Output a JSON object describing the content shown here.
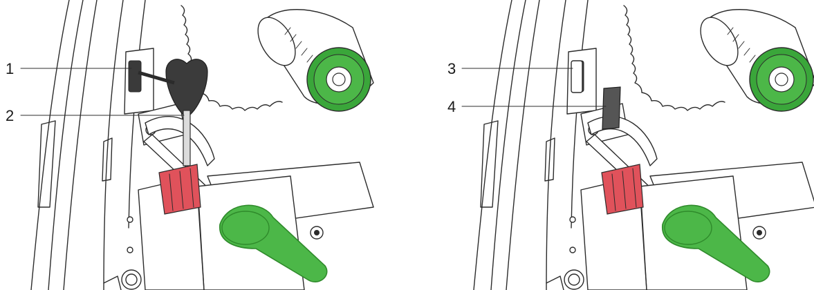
{
  "colors": {
    "lever_green": "#4cb748",
    "lever_green_dark": "#2f8a2b",
    "knurl_green": "#3aa63a",
    "red_part": "#e0525b",
    "key_dark": "#3b3b3b",
    "block_dark": "#555555",
    "outline": "#2b2b2b"
  },
  "callouts": {
    "left": [
      {
        "label": "1"
      },
      {
        "label": "2"
      }
    ],
    "right": [
      {
        "label": "3"
      },
      {
        "label": "4"
      }
    ]
  },
  "icons": [
    "roller-icon",
    "lever-icon",
    "key-icon",
    "adjuster-block-icon"
  ]
}
